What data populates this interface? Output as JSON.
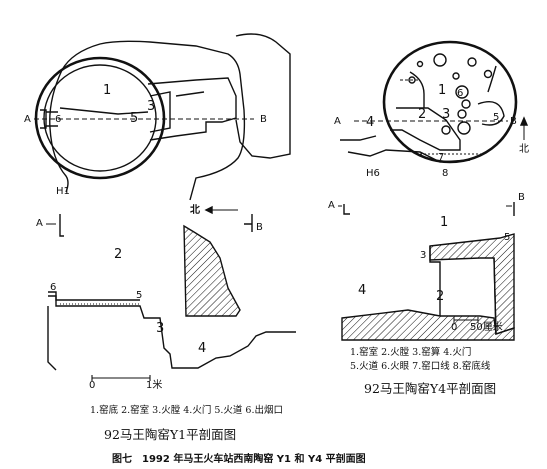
{
  "left": {
    "plan_labels": {
      "n1": "1",
      "n3": "3",
      "n5": "5",
      "n6": "6",
      "a": "A",
      "b": "B",
      "h1": "H1"
    },
    "section_labels": {
      "a": "A",
      "b": "B",
      "n2": "2",
      "n3": "3",
      "n4": "4",
      "n5": "5",
      "n6": "6",
      "north": "北"
    },
    "scale": {
      "zero": "0",
      "one": "1米"
    },
    "legend": "1.窑底 2.窑室 3.火膛 4.火门 5.火道 6.出烟口",
    "title": "92马王陶窑Y1平剖面图"
  },
  "right": {
    "plan_labels": {
      "n1": "1",
      "n2": "2",
      "n3": "3",
      "n4": "4",
      "n5": "5",
      "n6": "6",
      "n7": "7",
      "n8": "8",
      "a": "A",
      "b": "B",
      "h6": "H6",
      "north": "北"
    },
    "section_labels": {
      "a": "A",
      "b": "B",
      "n1": "1",
      "n2": "2",
      "n3": "3",
      "n4": "4",
      "n5": "5"
    },
    "scale": {
      "zero": "0",
      "fifty": "50厘米"
    },
    "legend_line1": "1.窑室 2.火膛 3.窑算 4.火门",
    "legend_line2": "5.火道 6.火眼 7.窑口线 8.窑底线",
    "title": "92马王陶窑Y4平剖面图"
  },
  "caption": "图七　1992 年马王火车站西南陶窑 Y1 和 Y4 平剖面图"
}
